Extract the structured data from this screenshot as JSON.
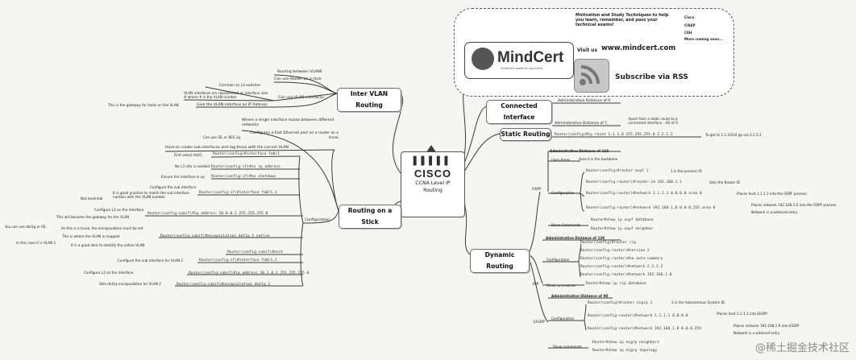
{
  "center": {
    "logo": "CISCO",
    "title_line1": "CCNA Level IP",
    "title_line2": "Routing"
  },
  "promo": {
    "motivation": "Motivation and Study Techniques to help you learn, remember, and pass your technical exams!",
    "exams": [
      "Cisco",
      "CISSP",
      "CEH",
      "More coming soon..."
    ],
    "logo_name": "MindCert",
    "logo_tagline": "Online the power of your mind",
    "visit_label": "Visit us",
    "url": "www.mindcert.com",
    "rss": "Subscribe via RSS"
  },
  "inter_vlan": {
    "title": "Inter VLAN Routing",
    "items": [
      "Routing between VLANS",
      "Can use Router on a stick",
      "Common on L3 switches",
      "VLAN interfaces are represented as interface vlan # where # is the VLAN number",
      "Can use VLAN interfaces",
      "This is the gateway for hosts on the VLAN",
      "Give the VLAN interface an IP Address"
    ]
  },
  "stick": {
    "title": "Routing on a Stick",
    "config_label": "Configuration",
    "intro": [
      "Where a single interface routes between different networks",
      "Can use ISL or 802.1q",
      "Configures a Fast Ethernet port on a router as a trunk",
      "Have to create sub interfaces and tag these with the correct VLAN"
    ],
    "notes": [
      "First select fa0/1",
      "No L3 info is needed",
      "Ensure the interface is up",
      "Configure the sub interface",
      "It is good practice to match the sub interface number with the VLAN number",
      "Not essential",
      "Configure L3 on the interface",
      "This will become the gateway for the VLAN",
      "You can use dot1q or ISL",
      "As this is a trunk, the encapsulation must be set",
      "This is where the VLAN is mapped",
      "In this case it is VLAN 1",
      "It is a good idea to identify the native VLAN",
      "Configure the sub interface for VLAN 2",
      "Configure L3 on the interface",
      "Sets dot1q encapsulation for VLAN 2"
    ],
    "commands": [
      "Router(config)#interface fa0/1",
      "Router(config-if)#no ip address",
      "Router(config-if)#no shutdown",
      "Router(config-if)#interface fa0/1.1",
      "Router(config-subif)#ip address 10.0.0.1 255.255.255.0",
      "Router(config-subif)#encapsulation dot1q 1 native",
      "Router(config-subif)#exit",
      "Router(config-if)#interface fa0/1.2",
      "Router(config-subif)#ip address 10.1.0.1 255.255.255.0",
      "Router(config-subif)#encapsulation dot1q 2"
    ]
  },
  "connected": {
    "title": "Connected Interface",
    "note": "Administrative Distance of 0"
  },
  "static": {
    "title": "Static Routing",
    "ad": "Administrative Distance of 1",
    "ad_note": "Apart from a static route to a connected interface - AD of 0",
    "command": "Router(config)#ip route 1.1.1.0 255.255.255.0 2.2.2.2",
    "command_note": "To get to 1.1.10/24 go via 2.2.2.2"
  },
  "dynamic": {
    "title": "Dynamic Routing",
    "ospf": {
      "label": "OSPF",
      "ad": "Administrative Distance of 110",
      "uses_areas": "Uses Areas",
      "area0": "Area 0 is the backbone",
      "config_label": "Configuration",
      "commands": [
        "Router(config)#router ospf 1",
        "Router(config-router)#router-id 192.168.1.1",
        "Router(config-router)#network 1.1.1.1 0.0.0.0 area 0",
        "Router(config-router)#network 192.168.1.0 0.0.0.255 area 0"
      ],
      "notes": [
        "1 is the process ID",
        "Sets the Router ID",
        "Places host 1.1.1.1 into the OSPF process",
        "Places network 192.168.1.0 into the OSPF process",
        "Network is a wildcard entry"
      ],
      "show_label": "Show Commands",
      "show": [
        "Router#show ip ospf database",
        "Router#show ip ospf neighbor"
      ]
    },
    "rip": {
      "label": "RIP",
      "ad": "Administrative Distance of 120",
      "config_label": "Configuration",
      "commands": [
        "Router(config)#router rip",
        "Router(config-router)#version 2",
        "Router(config-router)#no auto-summary",
        "Router(config-router)#network 2.2.2.2",
        "Router(config-router)#network 192.168.1.0"
      ],
      "show_label": "Show commands",
      "show": [
        "Router#show ip rip database"
      ]
    },
    "eigrp": {
      "label": "EIGRP",
      "ad": "Administrative Distance of 90",
      "config_label": "Configuration",
      "commands": [
        "Router(config)#router eigrp 1",
        "Router(config-router)#network 1.1.1.1 0.0.0.0",
        "Router(config-router)#network 192.168.1.0 0.0.0.255"
      ],
      "notes": [
        "1 is the Autonomous System ID",
        "Places host 1.1.1.1 into EIGRP",
        "Places network 192.168.1.0 into EIGRP",
        "Network is a wildcard entry"
      ],
      "show_label": "Show commands",
      "show": [
        "Router#show ip eigrp neighbors",
        "Router#show ip eigrp topology"
      ]
    }
  },
  "watermark": "@稀土掘金技术社区",
  "colors": {
    "line": "#3a3a3a",
    "box_border": "#6d6d6d",
    "background": "#f5f5f4"
  }
}
